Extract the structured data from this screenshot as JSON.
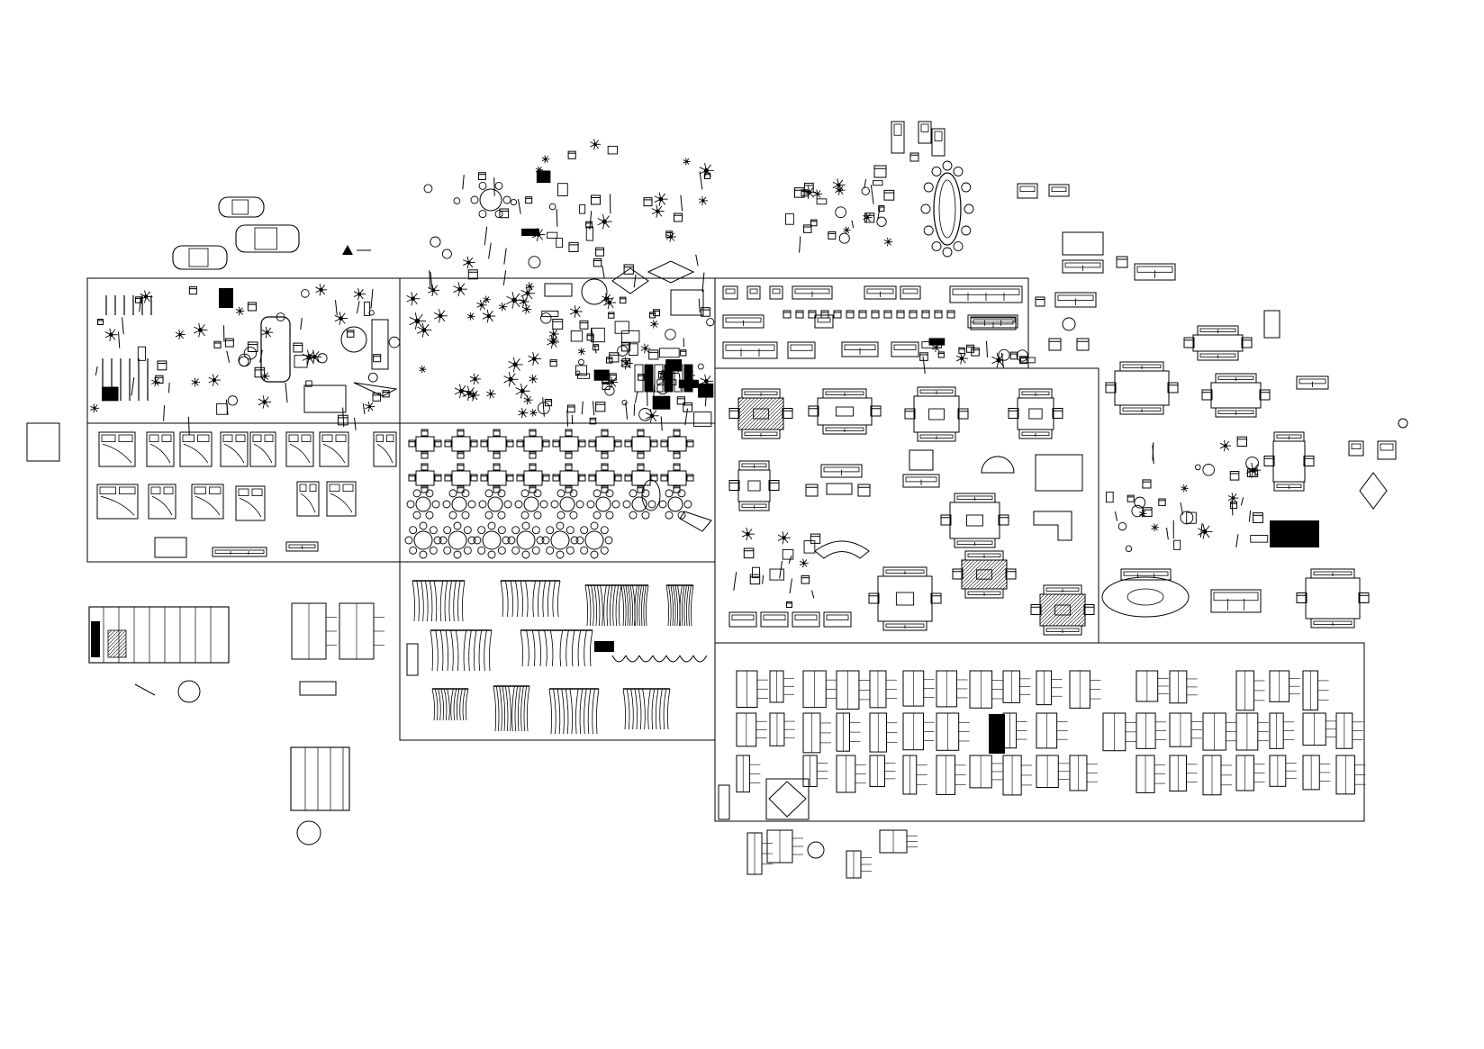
{
  "drawing": {
    "background": "#ffffff",
    "line_color": "#000000",
    "panels": [
      {
        "id": "outdoor-equipment-vehicles",
        "contents": [
          "garden-tool-icon",
          "figure-icon",
          "car-icon",
          "appliance-icon"
        ]
      },
      {
        "id": "plants-kitchen-bath",
        "contents": [
          "tree-icon",
          "shrub-icon",
          "sink-icon",
          "bathtub-icon",
          "stove-icon"
        ]
      },
      {
        "id": "sofas-chairs-elevation",
        "contents": [
          "sofa-icon",
          "armchair-icon",
          "dining-chair-icon"
        ]
      },
      {
        "id": "beds-plan",
        "contents": [
          "double-bed-icon",
          "single-bed-icon"
        ]
      },
      {
        "id": "dining-table-sets",
        "contents": [
          "dining-table-icon",
          "round-table-icon"
        ]
      },
      {
        "id": "living-room-sets-plan",
        "contents": [
          "sofa-set-icon",
          "rug-icon",
          "coffee-table-icon"
        ]
      },
      {
        "id": "curtains-elevation",
        "contents": [
          "curtain-icon",
          "valance-icon"
        ]
      },
      {
        "id": "wardrobe-cabinet-elevations",
        "contents": [
          "cabinet-elevation-icon",
          "door-elevation-icon"
        ]
      }
    ],
    "loose_groups": [
      {
        "id": "vehicles-top",
        "contents": [
          "car-icon"
        ]
      },
      {
        "id": "small-furniture-scatter",
        "contents": [
          "chair-icon",
          "table-icon"
        ]
      },
      {
        "id": "conference-table",
        "contents": [
          "oval-table-icon",
          "chair-icon"
        ]
      },
      {
        "id": "bedroom-furniture-top-right",
        "contents": [
          "sofa-icon",
          "armchair-icon"
        ]
      },
      {
        "id": "living-room-sets-right",
        "contents": [
          "sofa-set-icon",
          "rug-icon"
        ]
      },
      {
        "id": "wardrobe-elevations-left",
        "contents": [
          "wardrobe-icon",
          "section-callout-icon"
        ]
      },
      {
        "id": "misc-details-bottom",
        "contents": [
          "cabinet-elevation-icon"
        ]
      }
    ]
  }
}
